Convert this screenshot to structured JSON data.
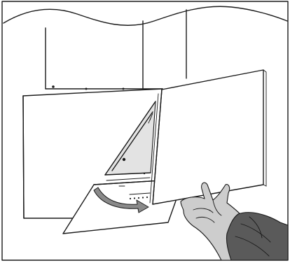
{
  "figure": {
    "icons": [
      "wall-cabinet",
      "hood-chimney-cover",
      "hood-body",
      "glass-front-panel",
      "lower-flap-panel",
      "rotation-arrow",
      "hand"
    ],
    "colors": {
      "line": "#1a1a1a",
      "background": "#ffffff",
      "shading": "#e3e3e3",
      "arrow": "#8a8a8a",
      "skin": "#cdcdcd",
      "sleeve": "#5a5a5a"
    }
  }
}
